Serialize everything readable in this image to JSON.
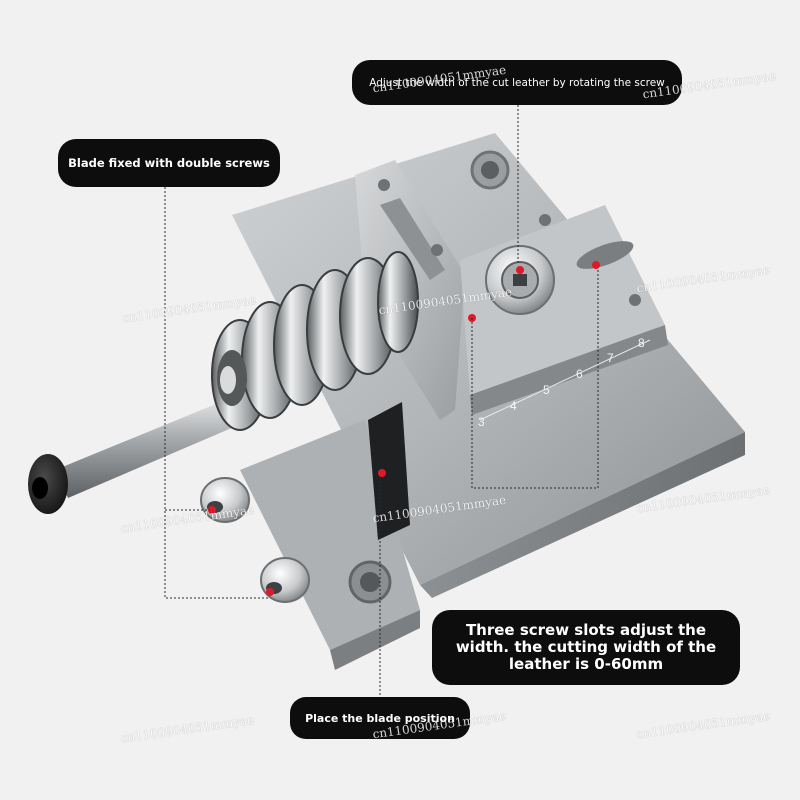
{
  "callouts": {
    "blade_fixed": "Blade fixed with double screws",
    "adjust_width": "Adjust the width of the cut leather by rotating the screw",
    "screw_slots": "Three screw slots adjust the width. the cutting width of the leather is 0-60mm",
    "blade_position": "Place the blade position"
  },
  "scale_numbers": [
    "3",
    "4",
    "5",
    "6",
    "7",
    "8"
  ],
  "watermark": "cn1100904051mmyae",
  "colors": {
    "background": "#f1f1f1",
    "metal": "#b9bcbe",
    "callout_bg": "#0d0d0d",
    "marker_red": "#e0192a",
    "knob": "#1c1c1c"
  }
}
